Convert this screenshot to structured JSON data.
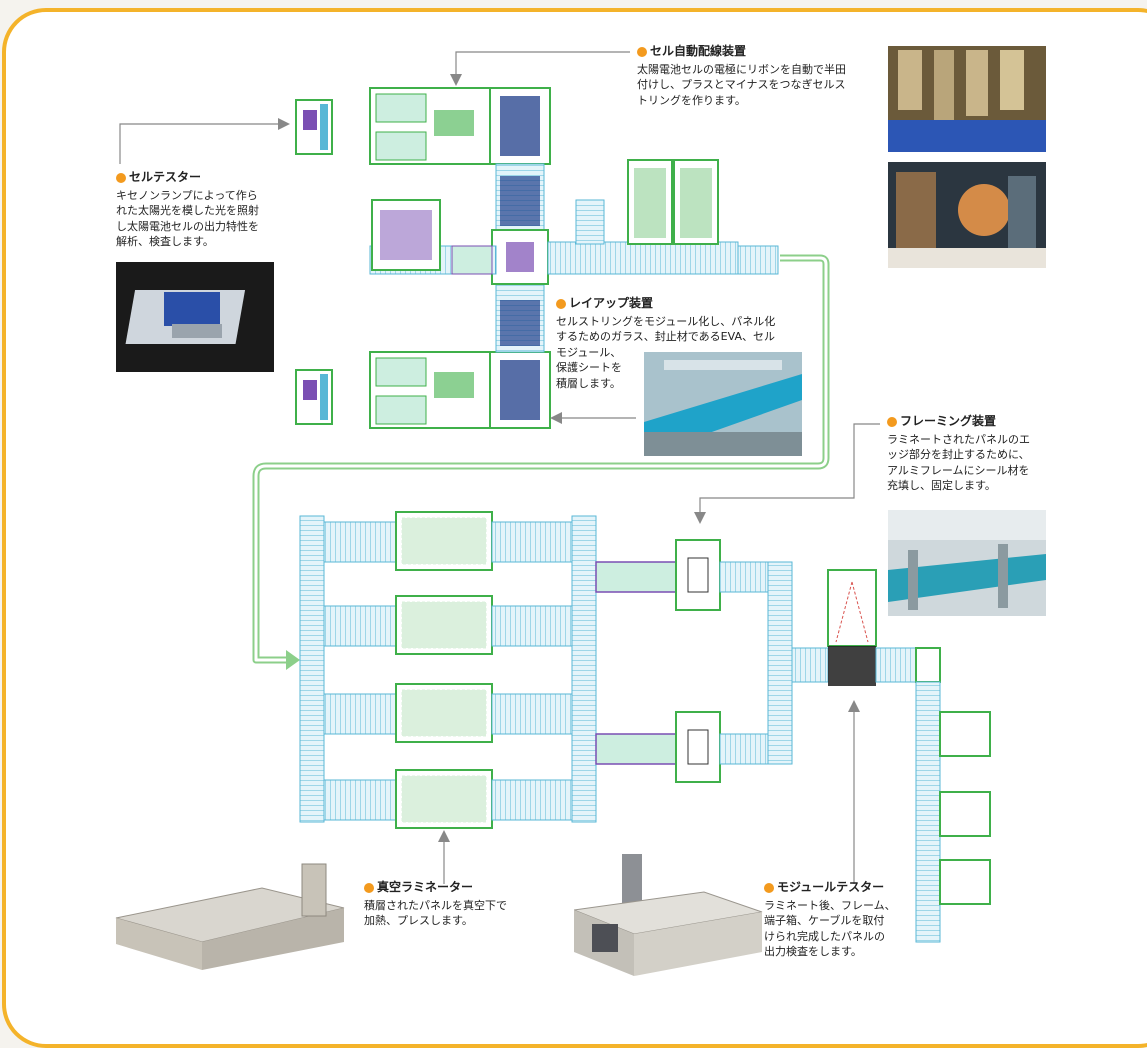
{
  "colors": {
    "frame_border": "#f4b32a",
    "bullet": "#f39a1e",
    "line_green": "#3fb04a",
    "conveyor_blue": "#59b7d6",
    "flow_arrow": "#8ccf8a",
    "machine_purple": "#7a4fb3"
  },
  "labels": {
    "cell_tester": {
      "title": "セルテスター",
      "desc": "キセノンランプによって作ら\nれた太陽光を模した光を照射\nし太陽電池セルの出力特性を\n解析、検査します。"
    },
    "cell_stringer": {
      "title": "セル自動配線装置",
      "desc": "太陽電池セルの電極にリボンを自動で半田\n付けし、プラスとマイナスをつなぎセルス\nトリングを作ります。"
    },
    "layup": {
      "title": "レイアップ装置",
      "desc_line1": "セルストリングをモジュール化し、パネル化",
      "desc_line2": "するためのガラス、封止材であるEVA、セル",
      "desc_short": "モジュール、\n保護シートを\n積層します。"
    },
    "framing": {
      "title": "フレーミング装置",
      "desc": "ラミネートされたパネルのエ\nッジ部分を封止するために、\nアルミフレームにシール材を\n充填し、固定します。"
    },
    "laminator": {
      "title": "真空ラミネーター",
      "desc": "積層されたパネルを真空下で\n加熱、プレスします。"
    },
    "module_tester": {
      "title": "モジュールテスター",
      "desc": "ラミネート後、フレーム、\n端子箱、ケーブルを取付\nけられ完成したパネルの\n出力検査をします。"
    }
  },
  "photos": [
    {
      "name": "cell-tester-photo",
      "icon": "xenon-tester-photo"
    },
    {
      "name": "stringer-photo-1",
      "icon": "soldering-head-photo"
    },
    {
      "name": "stringer-photo-2",
      "icon": "soldering-glow-photo"
    },
    {
      "name": "layup-photo",
      "icon": "layup-line-photo"
    },
    {
      "name": "framing-photo",
      "icon": "framing-line-photo"
    },
    {
      "name": "laminator-photo",
      "icon": "laminator-machine-photo"
    },
    {
      "name": "module-tester-photo",
      "icon": "module-tester-machine-photo"
    }
  ]
}
